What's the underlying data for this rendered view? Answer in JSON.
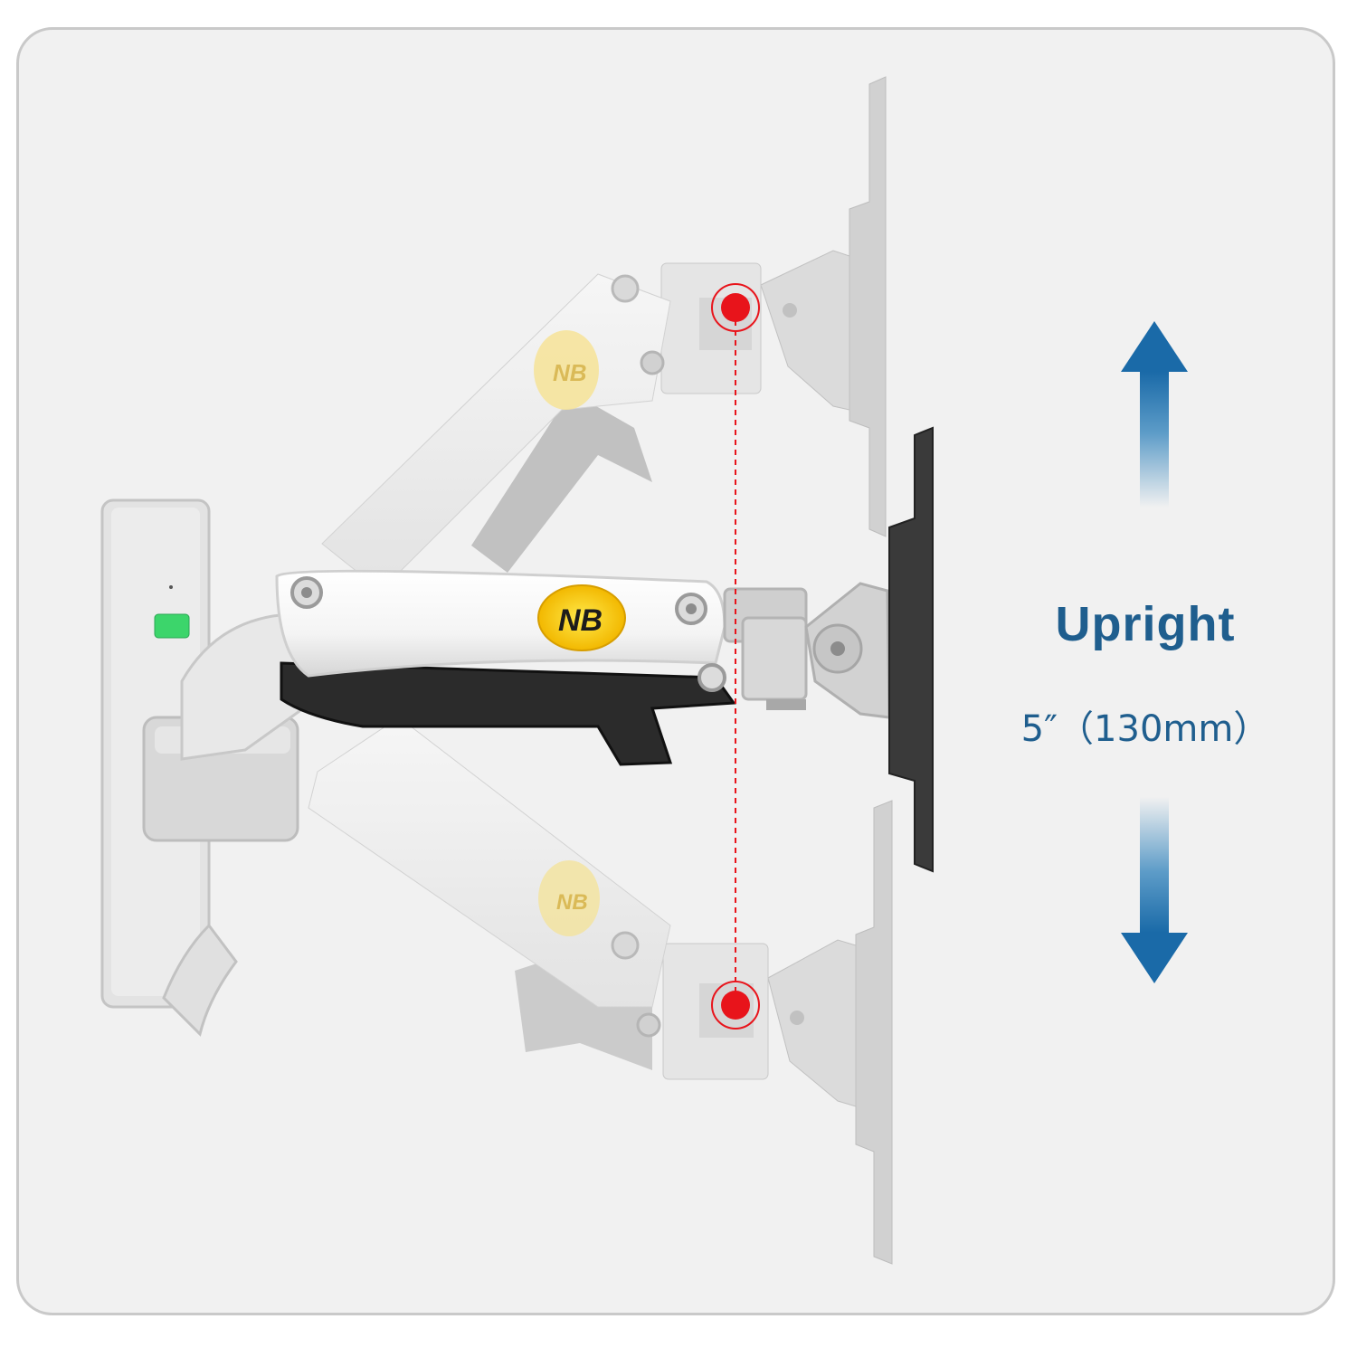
{
  "title": "Upright",
  "measurement": "5″（130mm）",
  "brand_logo_text": "NB",
  "icons": {
    "up": "arrow-up-icon",
    "down": "arrow-down-icon",
    "pivot": "red-pivot-marker-icon"
  },
  "colors": {
    "accent": "#1f5e8e",
    "arrow": "#1a6aa8",
    "marker": "#e8141b",
    "background": "#f1f1f1",
    "indicator": "#3cd56b"
  }
}
